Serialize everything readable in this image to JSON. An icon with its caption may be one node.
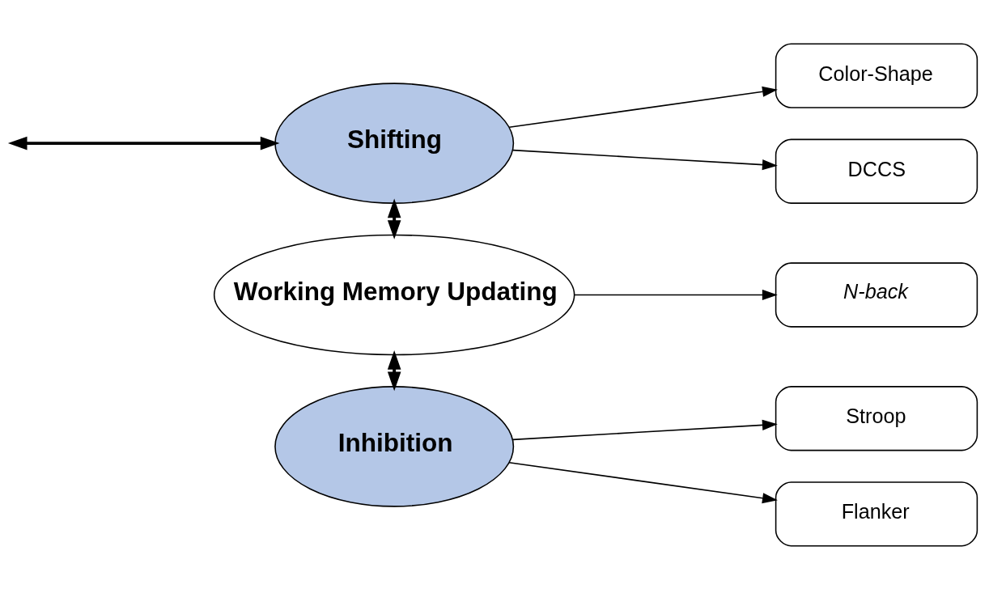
{
  "diagram": {
    "nodes": [
      {
        "text": [
          "Shifting"
        ]
      },
      {
        "text": [
          "Working Memory Updating"
        ]
      },
      {
        "text": [
          "Inhibition"
        ]
      },
      {
        "text": [
          "Color-Shape"
        ]
      },
      {
        "text": [
          "DCCS"
        ]
      },
      {
        "text": [
          "N-back"
        ]
      },
      {
        "text": [
          "Stroop"
        ]
      },
      {
        "text": [
          "Flanker"
        ]
      }
    ],
    "edges": [
      {
        "from": null,
        "to": 0,
        "arrow": "both",
        "style": "thick"
      },
      {
        "from": 0,
        "to": 1,
        "arrow": "both",
        "style": "thick"
      },
      {
        "from": 1,
        "to": 2,
        "arrow": "both",
        "style": "thick"
      },
      {
        "from": 0,
        "to": 3,
        "arrow": "to"
      },
      {
        "from": 0,
        "to": 4,
        "arrow": "to"
      },
      {
        "from": 1,
        "to": 5,
        "arrow": "to"
      },
      {
        "from": 2,
        "to": 6,
        "arrow": "to"
      },
      {
        "from": 2,
        "to": 7,
        "arrow": "to"
      }
    ]
  }
}
